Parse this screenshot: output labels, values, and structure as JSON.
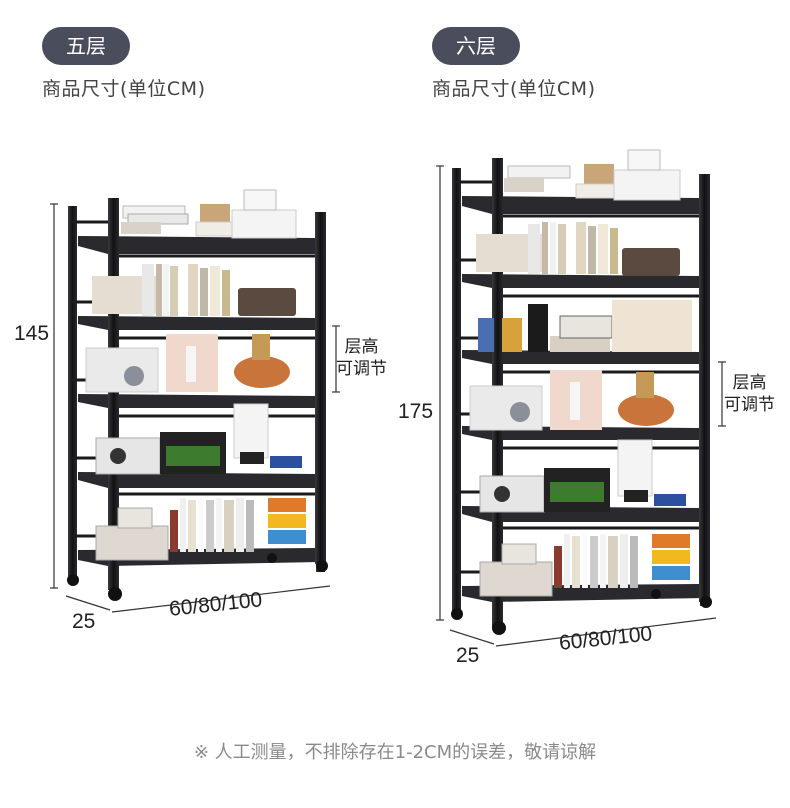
{
  "left": {
    "badge": "五层",
    "subtitle": "商品尺寸(单位CM)",
    "height_label": "145",
    "depth_label": "25",
    "width_label": "60/80/100",
    "adjust_label_line1": "层高",
    "adjust_label_line2": "可调节"
  },
  "right": {
    "badge": "六层",
    "subtitle": "商品尺寸(单位CM)",
    "height_label": "175",
    "depth_label": "25",
    "width_label": "60/80/100",
    "adjust_label_line1": "层高",
    "adjust_label_line2": "可调节"
  },
  "footer": "※ 人工测量，不排除存在1-2CM的误差，敬请谅解",
  "colors": {
    "badge_bg": "#4a4d5c",
    "frame": "#1b1b1d",
    "shelf": "#2a2a2e",
    "footer_text": "#8a8a8a"
  }
}
